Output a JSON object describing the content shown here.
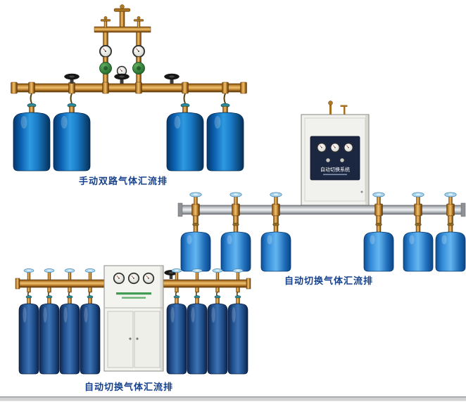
{
  "page": {
    "background_color": "#ffffff",
    "bottom_edge_color": "#c6c8c9"
  },
  "figures": {
    "manual_dual": {
      "caption": "手动双路气体汇流排",
      "cylinder_count": 4
    },
    "auto_right": {
      "caption": "自动切换气体汇流排",
      "panel_title": "自动切换系统",
      "cylinder_count": 6,
      "panel_gauge_count": 3
    },
    "auto_bottom": {
      "caption": "自动切换气体汇流排",
      "cylinder_count": 8,
      "cabinet_gauge_count": 3
    }
  },
  "colors": {
    "caption_text": "#16418c",
    "brass_pipe": "#c8893a",
    "cylinder_blue_bright": "#2e9ae0",
    "cylinder_blue_navy": "#3d72b4",
    "cabinet_body": "#f1f2ee",
    "control_panel_navy": "#1b2740",
    "regulator_green": "#2e8b3e",
    "handwheel_light_blue": "#a9d6ef",
    "handwheel_black": "#181818",
    "manifold_silver": "#c2c6ca"
  }
}
